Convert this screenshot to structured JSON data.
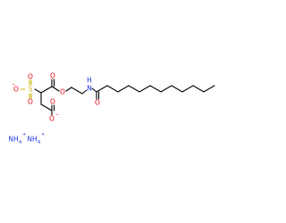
{
  "molecule": {
    "atoms": {
      "o_sulfonate_left": "O",
      "sulfonate_charge": "−",
      "sulfur": "S",
      "o_sulfonate_top": "O",
      "o_sulfonate_bottom": "O",
      "o_ester_carbonyl": "O",
      "o_ester_link": "O",
      "nitrogen": "N",
      "n_hydrogen": "H",
      "o_amide": "O",
      "o_carboxylate_top": "O",
      "o_carboxylate_bottom": "O",
      "carboxylate_charge": "−"
    },
    "counterions": [
      {
        "symbol": "NH",
        "count": "4",
        "charge": "+"
      },
      {
        "symbol": "NH",
        "count": "4",
        "charge": "+"
      }
    ],
    "colors": {
      "carbon": "#000000",
      "oxygen": "#e8000b",
      "nitrogen": "#1f35e3",
      "sulfur": "#c8b400"
    }
  }
}
